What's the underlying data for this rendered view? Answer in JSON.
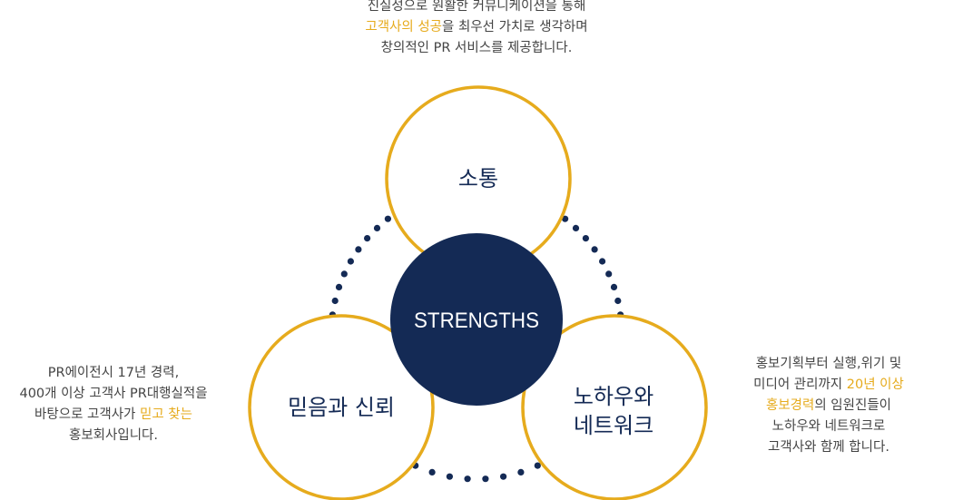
{
  "colors": {
    "navy": "#142a55",
    "accent": "#e6ab1d",
    "text": "#444444",
    "circle_fill": "#ffffff"
  },
  "center": {
    "label": "STRENGTHS"
  },
  "circles": {
    "top": {
      "label": "소통"
    },
    "left": {
      "label": "믿음과 신뢰"
    },
    "right": {
      "label_line1": "노하우와",
      "label_line2": "네트워크"
    }
  },
  "descriptions": {
    "top": {
      "line1": "진실성으로 원활한 커뮤니케이션을 통해",
      "line2_highlight": "고객사의 성공",
      "line2_rest": "을 최우선 가치로 생각하며",
      "line3": "창의적인 PR 서비스를 제공합니다."
    },
    "left": {
      "line1": "PR에이전시 17년 경력,",
      "line2": "400개 이상 고객사 PR대행실적을",
      "line3_prefix": "바탕으로 고객사가 ",
      "line3_highlight": "믿고 찾는",
      "line4": "홍보회사입니다."
    },
    "right": {
      "line1": "홍보기획부터 실행,위기 및",
      "line2_prefix": "미디어 관리까지 ",
      "line2_highlight": "20년 이상",
      "line3_highlight": "홍보경력",
      "line3_rest": "의 임원진들이",
      "line4": "노하우와 네트워크로",
      "line5": "고객사와 함께 합니다."
    }
  }
}
